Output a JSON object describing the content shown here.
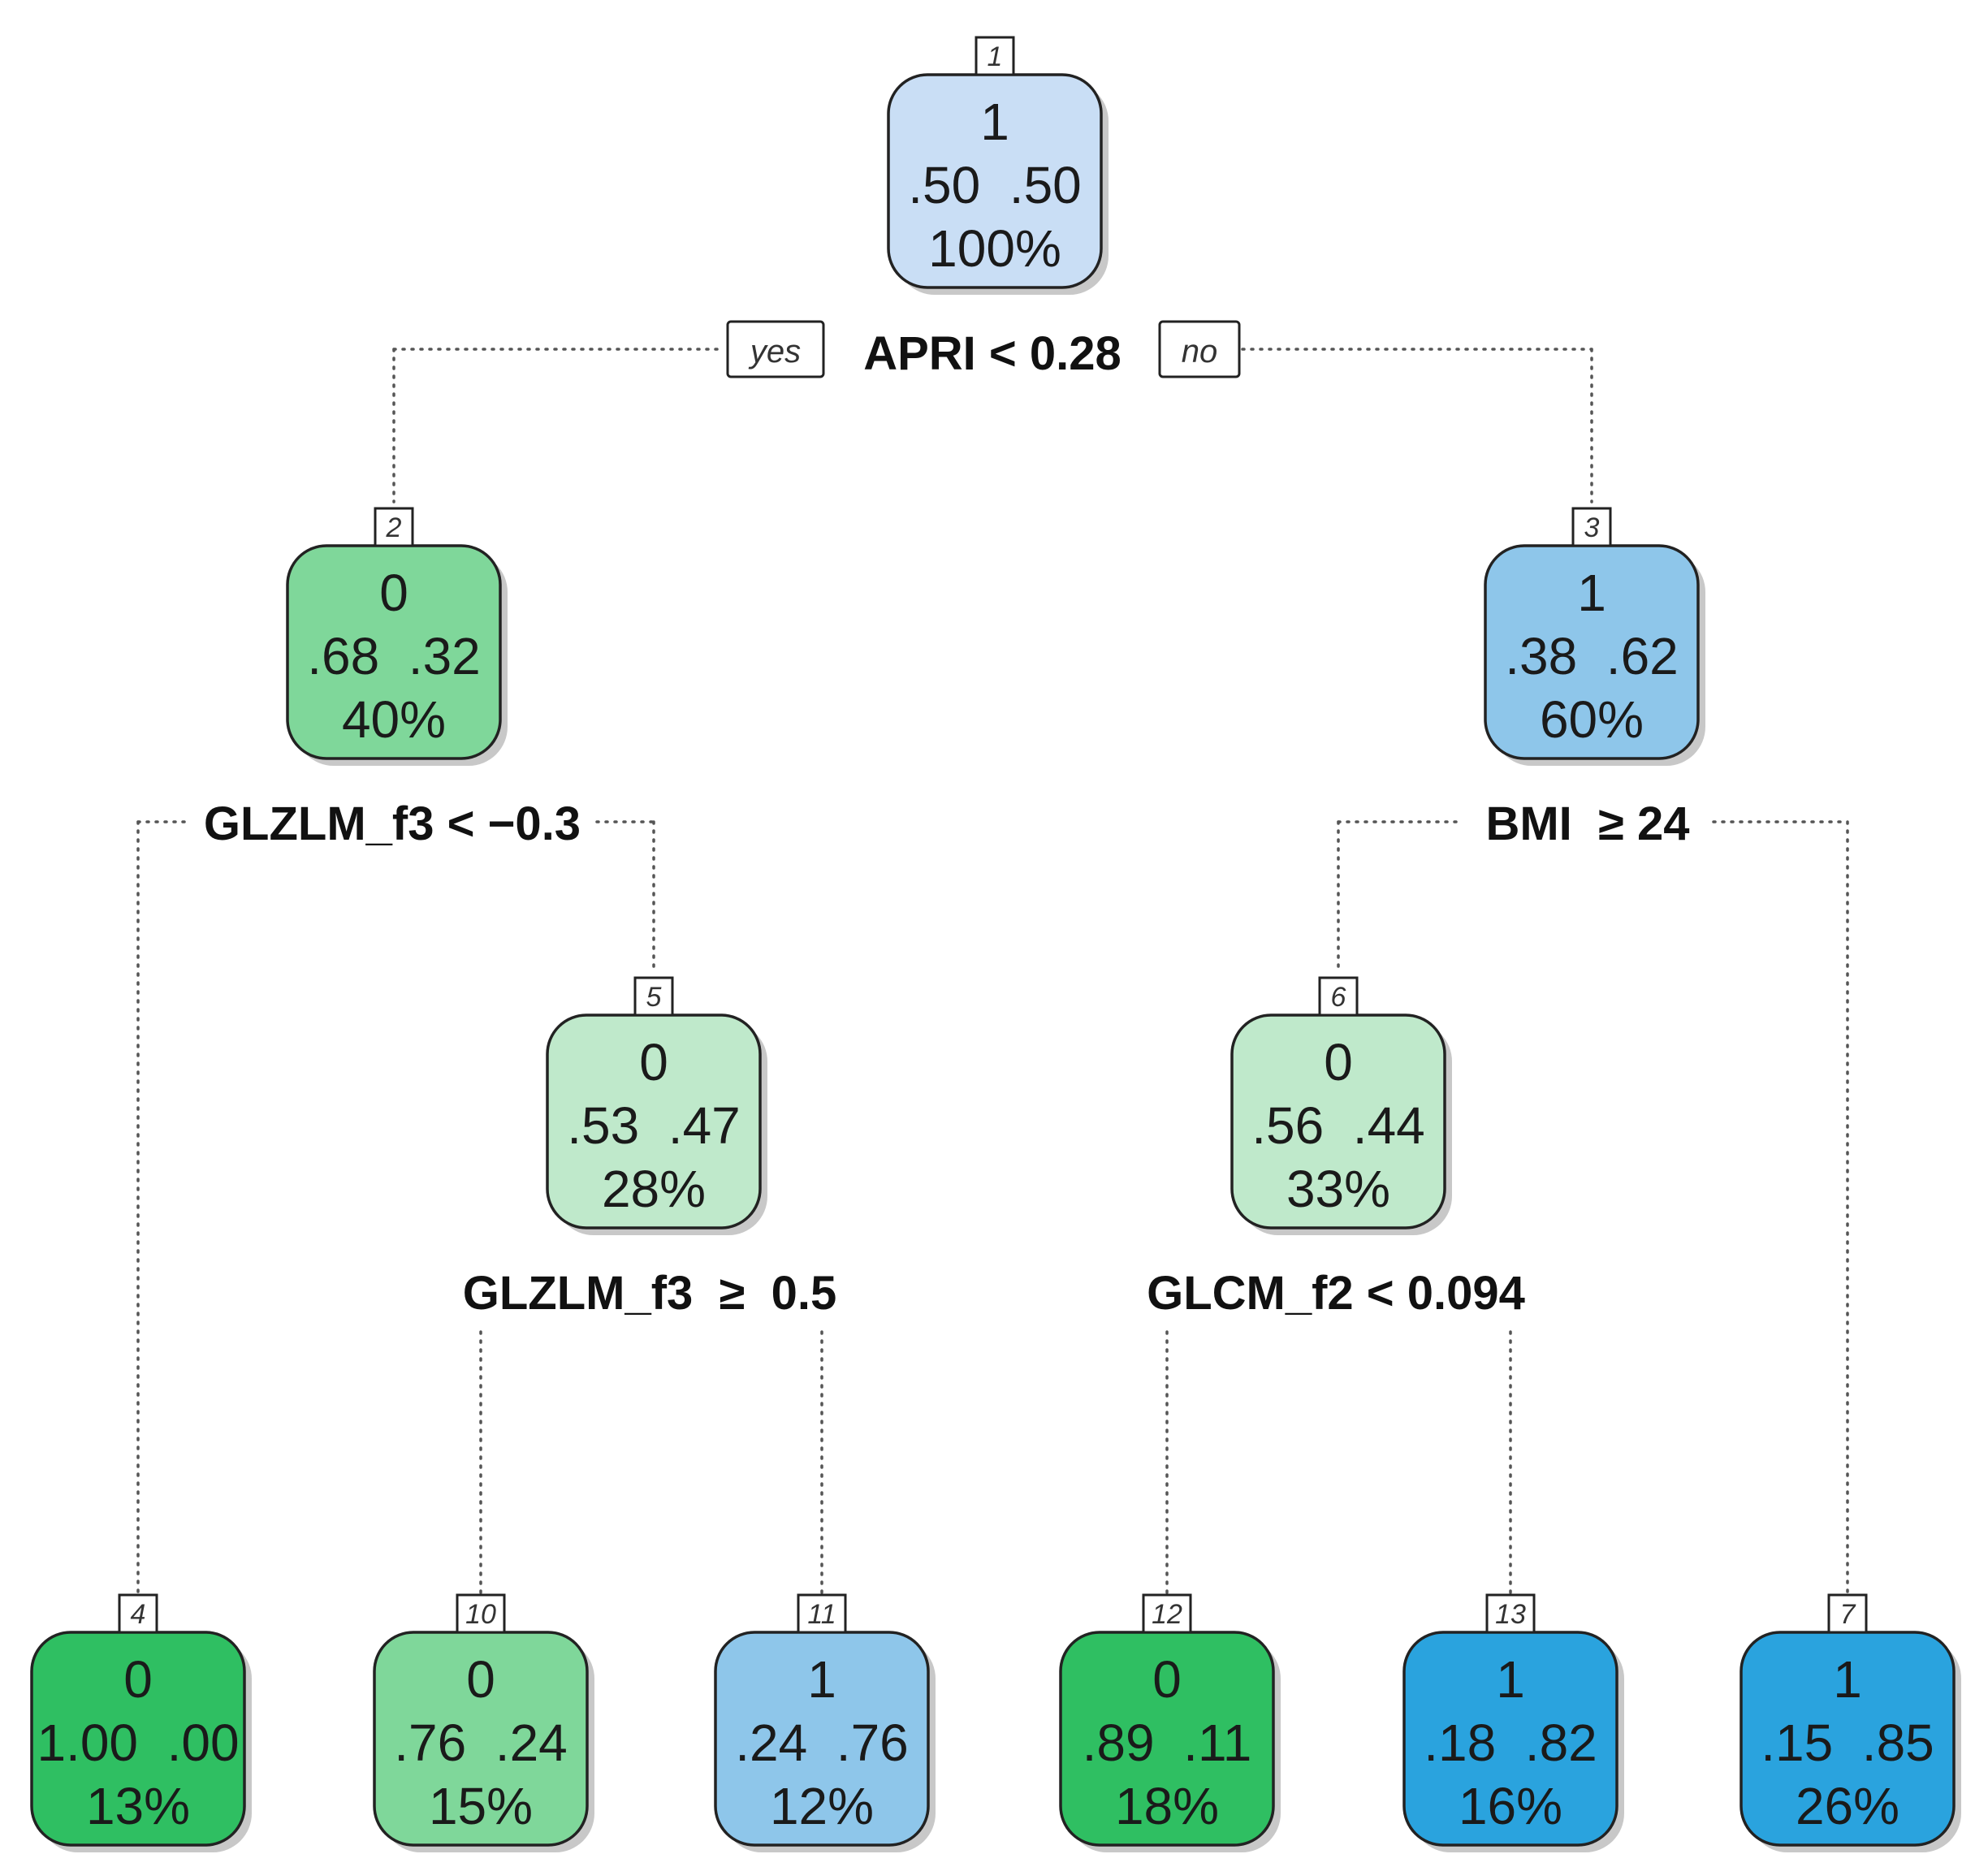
{
  "diagram": {
    "branch_labels": {
      "yes": "yes",
      "no": "no"
    },
    "colors": {
      "class0_light": "#cdeed6",
      "class0_mid": "#7fd79a",
      "class0_dark": "#2fbf62",
      "class1_light": "#c9def5",
      "class1_mid": "#8ec6ea",
      "class1_dark": "#2aa3de"
    },
    "nodes": [
      {
        "id": "1",
        "class": "1",
        "probs": ".50  .50",
        "pct": "100%",
        "fill": "#c9def5",
        "split": "APRI < 0.28"
      },
      {
        "id": "2",
        "class": "0",
        "probs": ".68  .32",
        "pct": "40%",
        "fill": "#7fd79a",
        "split": "GLZLM_f3 < −0.3"
      },
      {
        "id": "3",
        "class": "1",
        "probs": ".38  .62",
        "pct": "60%",
        "fill": "#8ec6ea",
        "split": "BMI  ≥ 24"
      },
      {
        "id": "5",
        "class": "0",
        "probs": ".53  .47",
        "pct": "28%",
        "fill": "#bfe9cb",
        "split": "GLZLM_f3  ≥  0.5"
      },
      {
        "id": "6",
        "class": "0",
        "probs": ".56  .44",
        "pct": "33%",
        "fill": "#bfe9cb",
        "split": "GLCM_f2 < 0.094"
      },
      {
        "id": "4",
        "class": "0",
        "probs": "1.00  .00",
        "pct": "13%",
        "fill": "#2fbf62"
      },
      {
        "id": "10",
        "class": "0",
        "probs": ".76  .24",
        "pct": "15%",
        "fill": "#7fd79a"
      },
      {
        "id": "11",
        "class": "1",
        "probs": ".24  .76",
        "pct": "12%",
        "fill": "#8ec6ea"
      },
      {
        "id": "12",
        "class": "0",
        "probs": ".89  .11",
        "pct": "18%",
        "fill": "#2fbf62"
      },
      {
        "id": "13",
        "class": "1",
        "probs": ".18  .82",
        "pct": "16%",
        "fill": "#2aa3de"
      },
      {
        "id": "7",
        "class": "1",
        "probs": ".15  .85",
        "pct": "26%",
        "fill": "#2aa3de"
      }
    ]
  }
}
